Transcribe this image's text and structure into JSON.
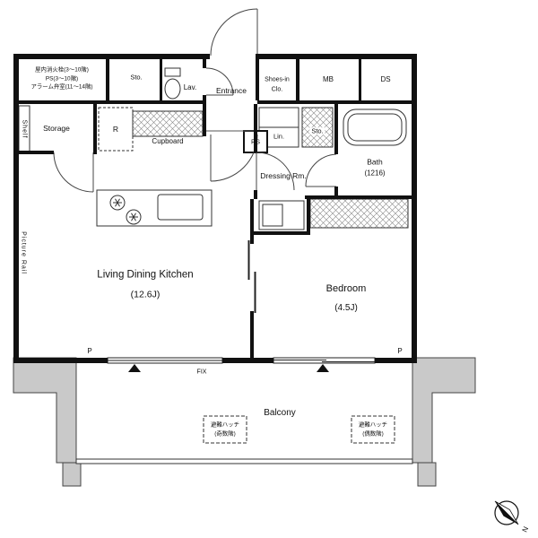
{
  "shaft_box": {
    "line1": "屋内消火栓(3〜10階)",
    "line2": "PS(3〜10階)",
    "line3": "アラーム弁室(11〜14階)"
  },
  "top_row": {
    "sto": "Sto.",
    "lav": "Lav.",
    "entrance": "Entrance",
    "shoes_line1": "Shoes-in",
    "shoes_line2": "Clo.",
    "mb": "MB",
    "ds": "DS"
  },
  "kitchen": {
    "shelf": "Shelf",
    "storage": "Storage",
    "fridge": "R",
    "cupboard": "Cupboard"
  },
  "dressing": {
    "label": "Dressing Rm.",
    "ps": "PS",
    "lin": "Lin.",
    "sto": "Sto."
  },
  "bath": {
    "name": "Bath",
    "size": "(1216)"
  },
  "ldk": {
    "name": "Living Dining Kitchen",
    "size": "(12.6J)"
  },
  "bedroom": {
    "name": "Bedroom",
    "size": "(4.5J)"
  },
  "wall_notes": {
    "picture_rail": "Picture Rail",
    "p_left": "P",
    "p_right": "P",
    "fix": "FIX"
  },
  "balcony": {
    "label": "Balcony",
    "hatch_odd_line1": "避難ハッチ",
    "hatch_odd_line2": "(奇数階)",
    "hatch_even_line1": "避難ハッチ",
    "hatch_even_line2": "(偶数階)"
  },
  "compass": {
    "north": "N"
  },
  "colors": {
    "wall": "#111111",
    "gray_wall": "#c9c9c9",
    "line": "#333333"
  }
}
